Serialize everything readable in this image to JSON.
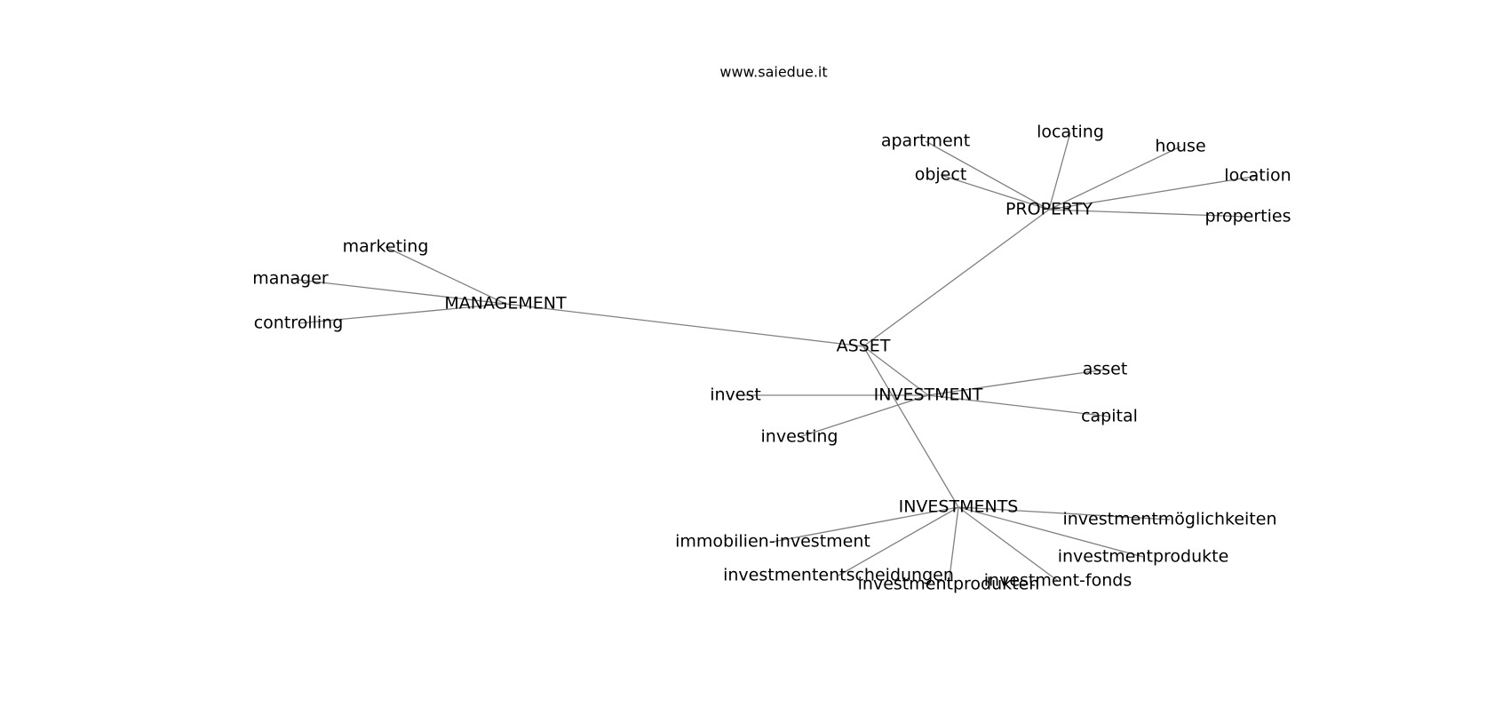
{
  "site": "www.saiedue.it",
  "colors": {
    "edge": "#808080",
    "text": "#000000",
    "background": "#ffffff"
  },
  "nodes": [
    {
      "id": "asset_hub",
      "label": "ASSET"
    },
    {
      "id": "property",
      "label": "PROPERTY"
    },
    {
      "id": "management",
      "label": "MANAGEMENT"
    },
    {
      "id": "investment",
      "label": "INVESTMENT"
    },
    {
      "id": "investments",
      "label": "INVESTMENTS"
    },
    {
      "id": "apartment",
      "label": "apartment"
    },
    {
      "id": "locating",
      "label": "locating"
    },
    {
      "id": "house",
      "label": "house"
    },
    {
      "id": "object",
      "label": "object"
    },
    {
      "id": "location",
      "label": "location"
    },
    {
      "id": "properties",
      "label": "properties"
    },
    {
      "id": "marketing",
      "label": "marketing"
    },
    {
      "id": "manager",
      "label": "manager"
    },
    {
      "id": "controlling",
      "label": "controlling"
    },
    {
      "id": "asset",
      "label": "asset"
    },
    {
      "id": "invest",
      "label": "invest"
    },
    {
      "id": "capital",
      "label": "capital"
    },
    {
      "id": "investing",
      "label": "investing"
    },
    {
      "id": "investmentmoeglichkeiten",
      "label": "investmentmöglichkeiten"
    },
    {
      "id": "immobilien_investment",
      "label": "immobilien-investment"
    },
    {
      "id": "investmentprodukte",
      "label": "investmentprodukte"
    },
    {
      "id": "investmententscheidungen",
      "label": "investmententscheidungen"
    },
    {
      "id": "investment_fonds",
      "label": "investment-fonds"
    },
    {
      "id": "investmentprodukten",
      "label": "investmentprodukten"
    }
  ],
  "edges": [
    [
      "asset_hub",
      "property"
    ],
    [
      "asset_hub",
      "management"
    ],
    [
      "asset_hub",
      "investment"
    ],
    [
      "asset_hub",
      "investments"
    ],
    [
      "property",
      "apartment"
    ],
    [
      "property",
      "locating"
    ],
    [
      "property",
      "house"
    ],
    [
      "property",
      "object"
    ],
    [
      "property",
      "location"
    ],
    [
      "property",
      "properties"
    ],
    [
      "management",
      "marketing"
    ],
    [
      "management",
      "manager"
    ],
    [
      "management",
      "controlling"
    ],
    [
      "investment",
      "asset"
    ],
    [
      "investment",
      "invest"
    ],
    [
      "investment",
      "capital"
    ],
    [
      "investment",
      "investing"
    ],
    [
      "investments",
      "investmentmoeglichkeiten"
    ],
    [
      "investments",
      "immobilien_investment"
    ],
    [
      "investments",
      "investmentprodukte"
    ],
    [
      "investments",
      "investmententscheidungen"
    ],
    [
      "investments",
      "investment_fonds"
    ],
    [
      "investments",
      "investmentprodukten"
    ]
  ]
}
